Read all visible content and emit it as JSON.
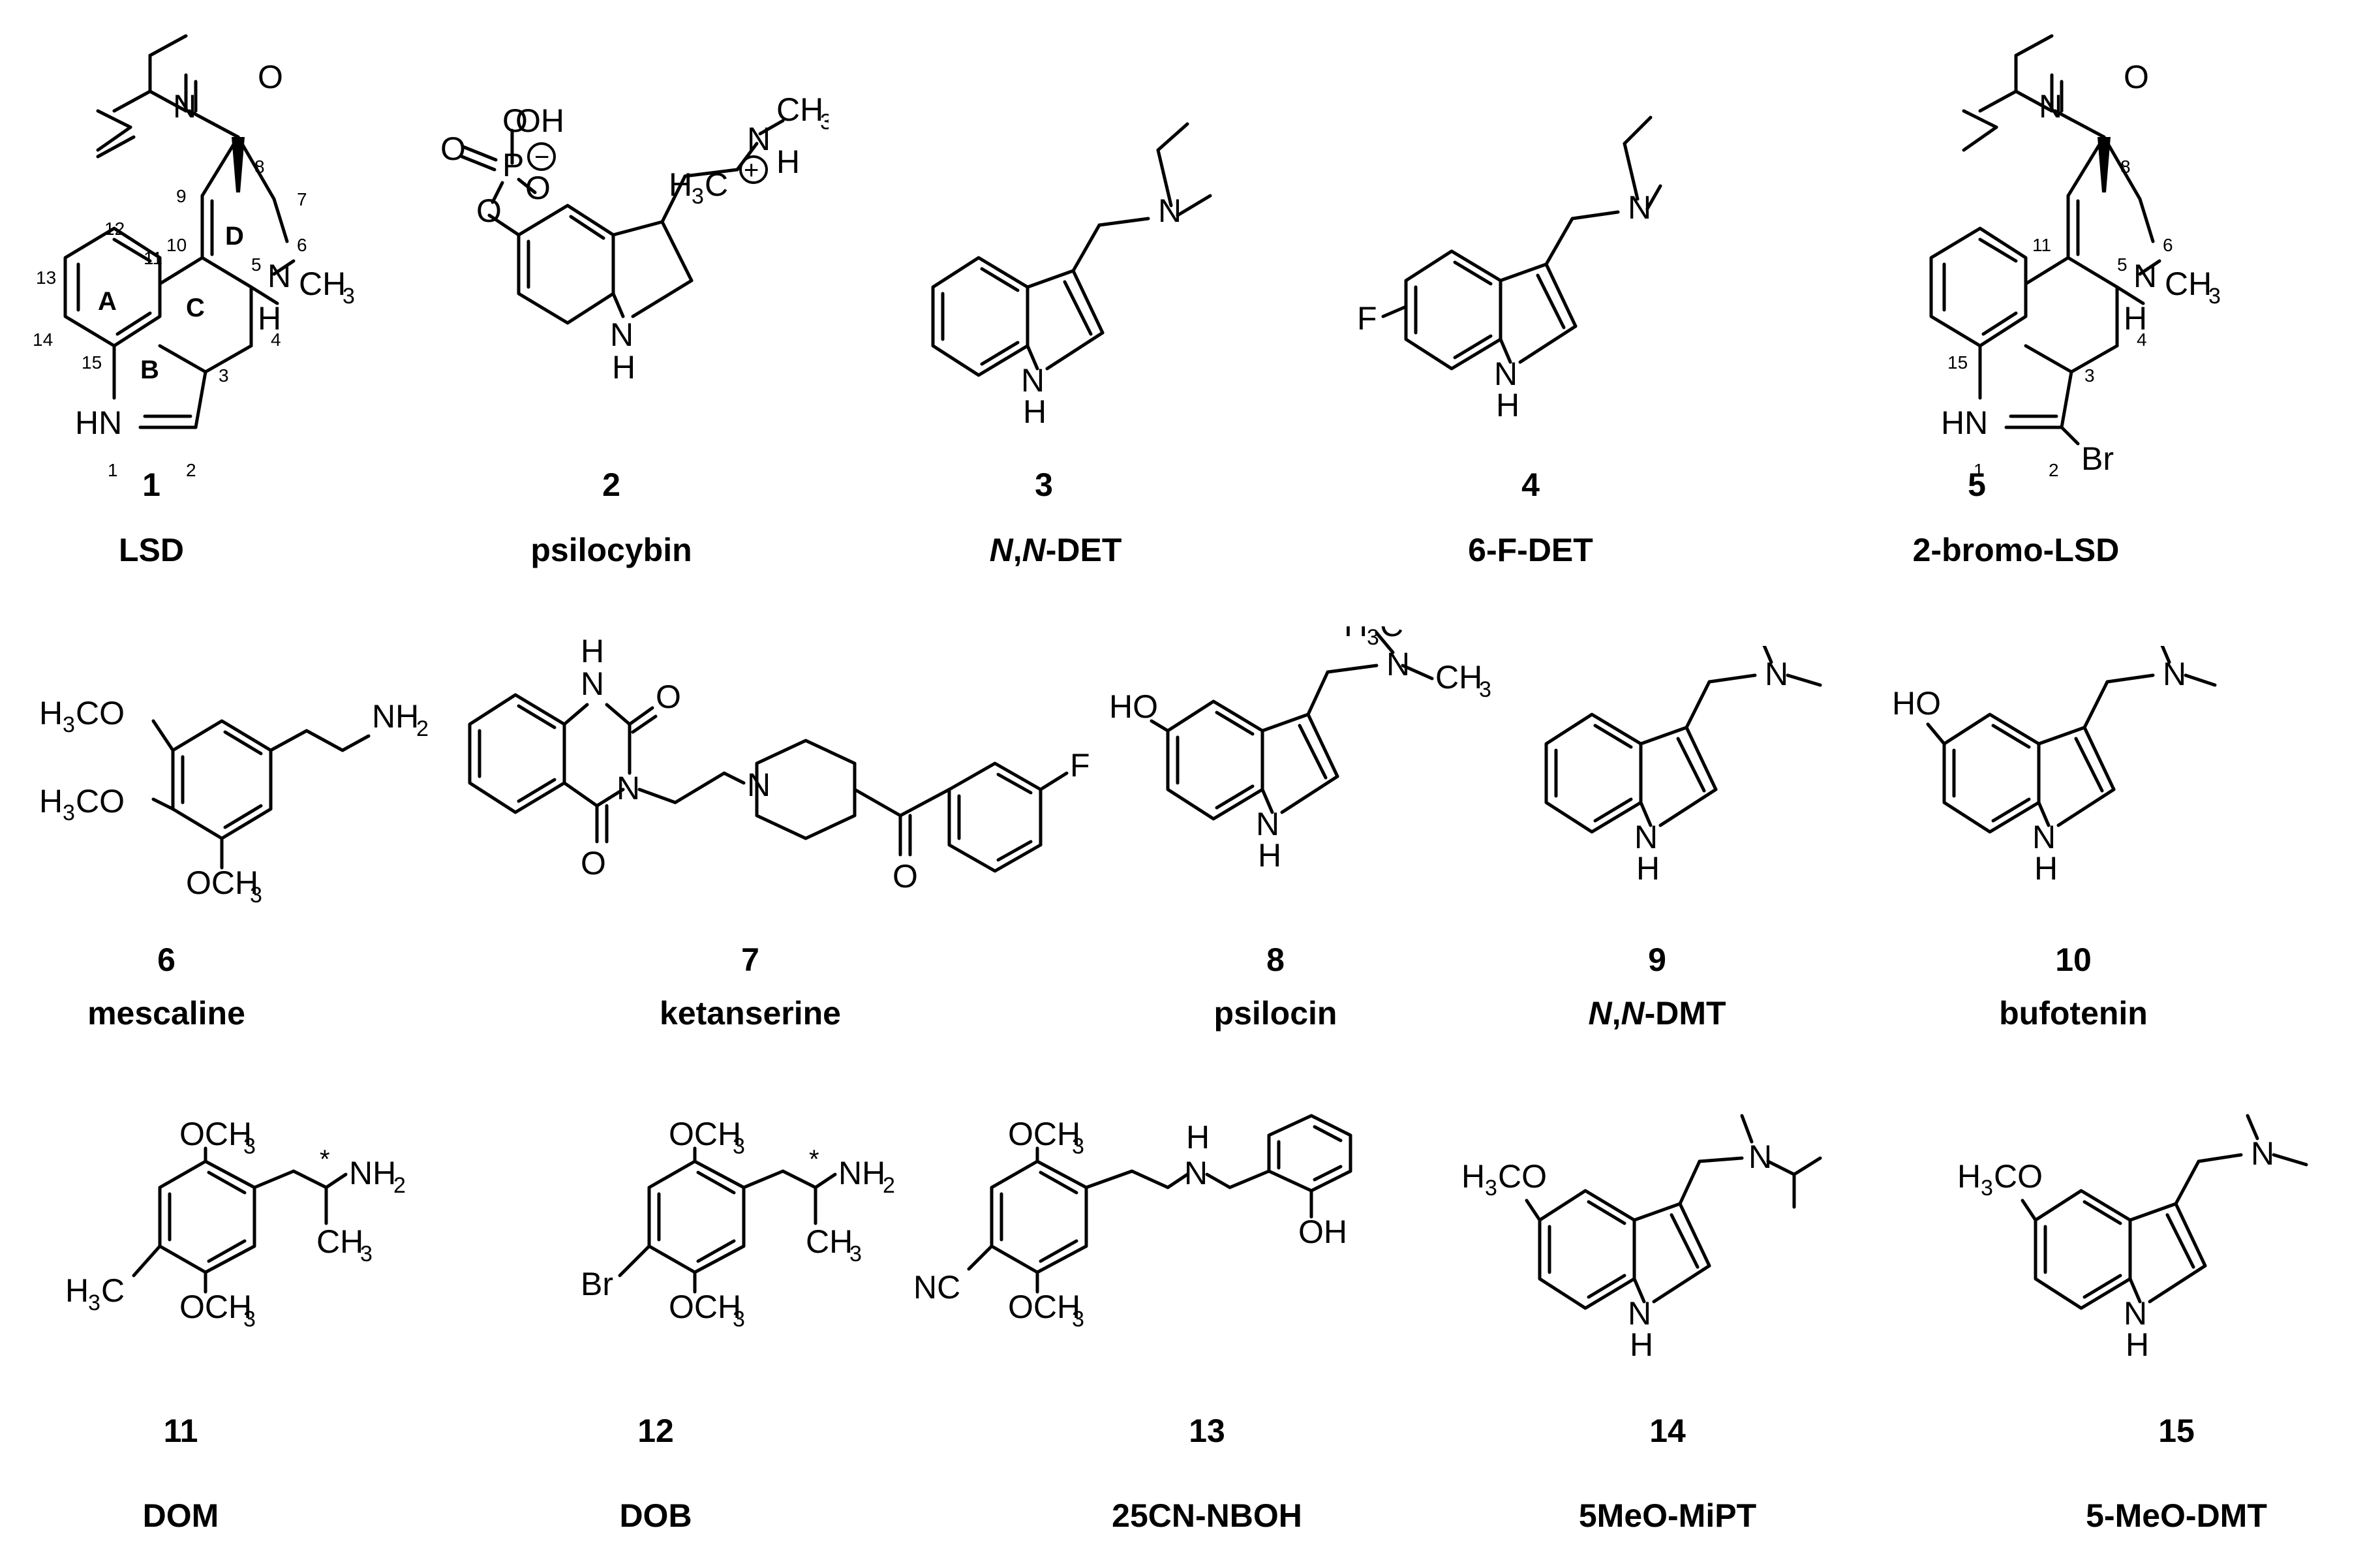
{
  "figure": {
    "compounds": [
      {
        "number": "1",
        "name": "LSD"
      },
      {
        "number": "2",
        "name": "psilocybin"
      },
      {
        "number": "3",
        "name_parts": [
          "N",
          ",",
          "N",
          "-DET"
        ]
      },
      {
        "number": "4",
        "name": "6-F-DET"
      },
      {
        "number": "5",
        "name": "2-bromo-LSD"
      },
      {
        "number": "6",
        "name": "mescaline"
      },
      {
        "number": "7",
        "name": "ketanserine"
      },
      {
        "number": "8",
        "name": "psilocin"
      },
      {
        "number": "9",
        "name_parts": [
          "N",
          ",",
          "N",
          "-DMT"
        ]
      },
      {
        "number": "10",
        "name": "bufotenin"
      },
      {
        "number": "11",
        "name": "DOM"
      },
      {
        "number": "12",
        "name": "DOB"
      },
      {
        "number": "13",
        "name": "25CN-NBOH"
      },
      {
        "number": "14",
        "name": "5MeO-MiPT"
      },
      {
        "number": "15",
        "name": "5-MeO-DMT"
      }
    ]
  },
  "atom_labels": {
    "N": "N",
    "NH": "HN",
    "HN_ind": "N",
    "H": "H",
    "O": "O",
    "OH": "OH",
    "HO": "HO",
    "CH3": "CH",
    "sub3": "3",
    "sub2": "2",
    "F": "F",
    "Br": "Br",
    "P": "P",
    "NC": "NC",
    "H3CO": "H",
    "CO": "CO",
    "OCH3": "OCH",
    "NH2": "NH",
    "H3C": "H",
    "C": "C",
    "star": "*"
  },
  "lsd_locants": [
    "1",
    "2",
    "3",
    "4",
    "5",
    "6",
    "7",
    "8",
    "9",
    "10",
    "11",
    "12",
    "13",
    "14",
    "15"
  ],
  "bromo_lsd_locants": [
    "1",
    "2",
    "3",
    "4",
    "5",
    "6",
    "8",
    "11",
    "15"
  ],
  "ring_labels": [
    "A",
    "B",
    "C",
    "D"
  ],
  "charges": {
    "minus": "−",
    "plus": "+"
  }
}
